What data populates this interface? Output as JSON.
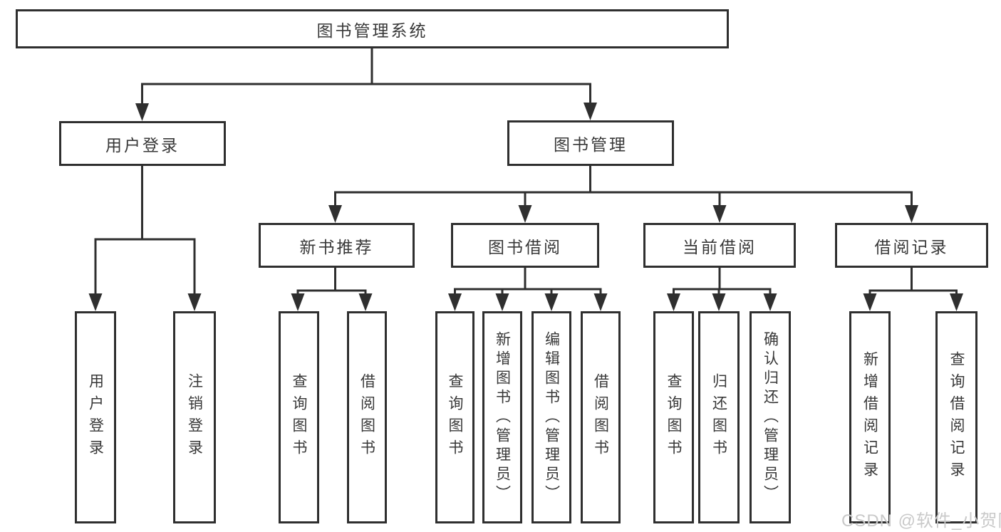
{
  "diagram_title": "图书管理系统",
  "watermark": "CSDN @软件_小贺同学",
  "colors": {
    "line": "#2f2f2f",
    "box_border": "#2f2f2f",
    "box_background": "#ffffff",
    "text": "#383838",
    "watermark_gray": "#c9c9c9"
  },
  "nodes": {
    "root": "图书管理系统",
    "user_login": "用户登录",
    "book_mgmt": "图书管理",
    "new_books": "新书推荐",
    "book_borrow": "图书借阅",
    "current_borrow": "当前借阅",
    "borrow_records": "借阅记录",
    "leaves": {
      "user_login": "用户登录",
      "logout": "注销登录",
      "nb_query": "查询图书",
      "nb_borrow": "借阅图书",
      "bb_query": "查询图书",
      "bb_add": "新增图书（管理员）",
      "bb_edit": "编辑图书（管理员）",
      "bb_borrow": "借阅图书",
      "cb_query": "查询图书",
      "cb_return": "归还图书",
      "cb_confirm": "确认归还（管理员）",
      "br_add": "新增借阅记录",
      "br_query": "查询借阅记录"
    }
  },
  "hierarchy_note": {
    "root_children": [
      "用户登录",
      "图书管理"
    ],
    "user_login_children": [
      "用户登录",
      "注销登录"
    ],
    "book_mgmt_children": [
      "新书推荐",
      "图书借阅",
      "当前借阅",
      "借阅记录"
    ],
    "new_books_children": [
      "查询图书",
      "借阅图书"
    ],
    "book_borrow_children": [
      "查询图书",
      "新增图书（管理员）",
      "编辑图书（管理员）",
      "借阅图书"
    ],
    "current_borrow_children": [
      "查询图书",
      "归还图书",
      "确认归还（管理员）"
    ],
    "borrow_records_children": [
      "新增借阅记录",
      "查询借阅记录"
    ]
  }
}
